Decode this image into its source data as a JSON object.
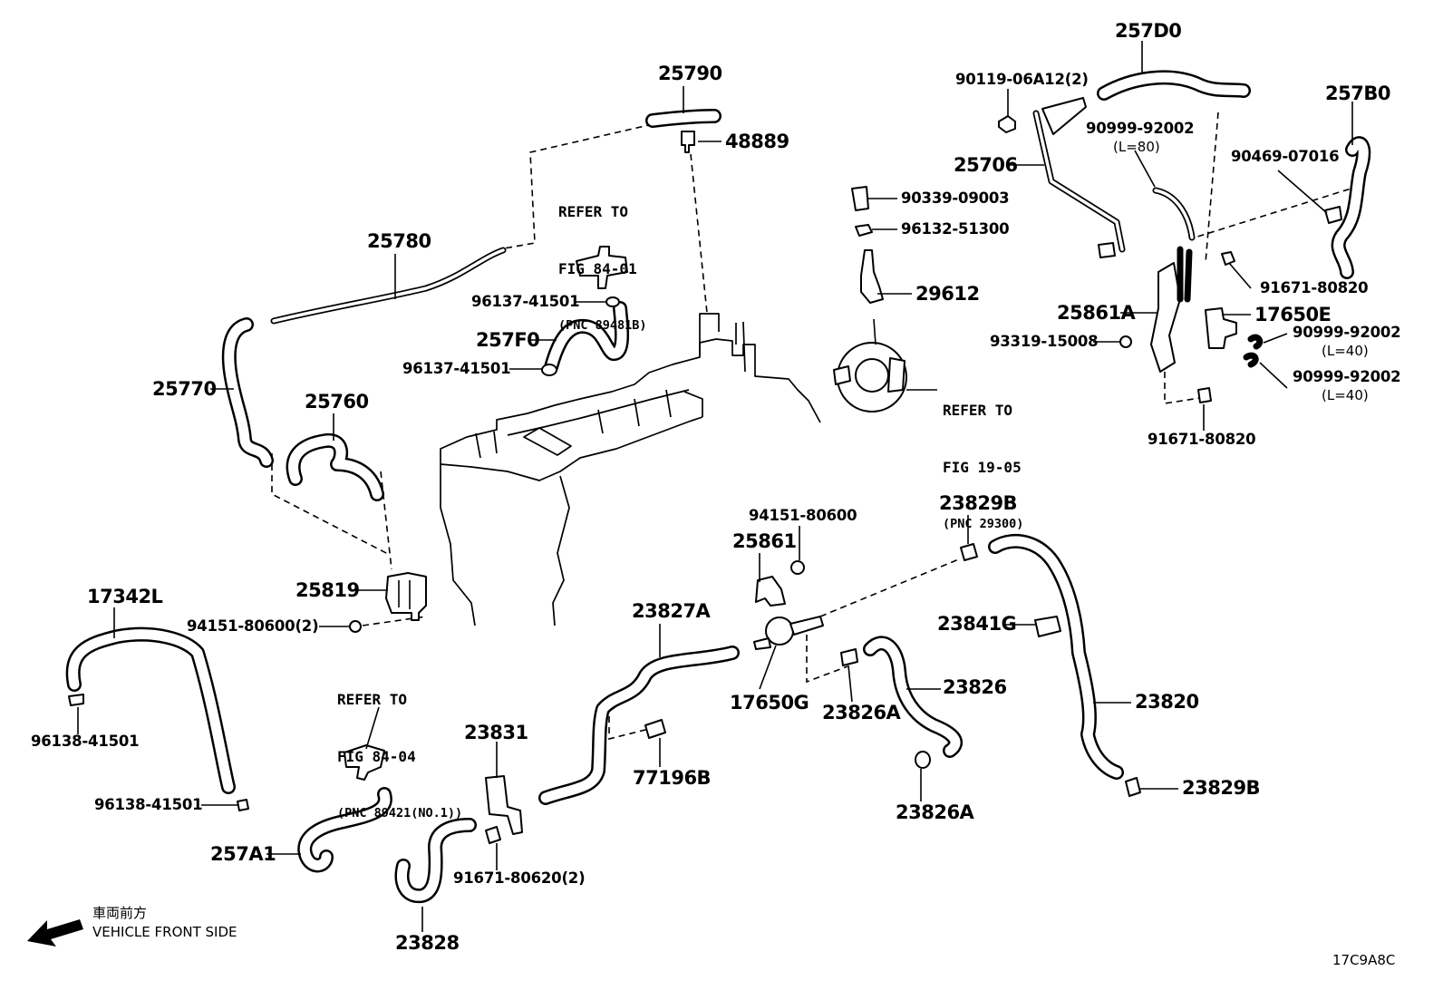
{
  "parts": {
    "p25790": "25790",
    "p48889": "48889",
    "p25780": "25780",
    "p25770": "25770",
    "p25760": "25760",
    "p25819": "25819",
    "p94151_2": "94151-80600(2)",
    "p96137_a": "96137-41501",
    "p257F0": "257F0",
    "p96137_b": "96137-41501",
    "p257D0": "257D0",
    "p90119": "90119-06A12(2)",
    "p25706": "25706",
    "p90339": "90339-09003",
    "p96132": "96132-51300",
    "p29612": "29612",
    "p90999_80a": "90999-92002",
    "p90999_80b": "(L=80)",
    "p257B0": "257B0",
    "p90469": "90469-07016",
    "p91671_a": "91671-80820",
    "p25861A": "25861A",
    "p17650E": "17650E",
    "p93319": "93319-15008",
    "p90999_40a1": "90999-92002",
    "p90999_40a2": "(L=40)",
    "p90999_40b1": "90999-92002",
    "p90999_40b2": "(L=40)",
    "p91671_b": "91671-80820",
    "p17342L": "17342L",
    "p96138_a": "96138-41501",
    "p96138_b": "96138-41501",
    "p257A1": "257A1",
    "p23831": "23831",
    "p91671_620": "91671-80620(2)",
    "p23828": "23828",
    "p23827A": "23827A",
    "p77196B": "77196B",
    "p94151": "94151-80600",
    "p25861": "25861",
    "p17650G": "17650G",
    "p23829B_a": "23829B",
    "p23841G": "23841G",
    "p23826": "23826",
    "p23826A_a": "23826A",
    "p23826A_b": "23826A",
    "p23820": "23820",
    "p23829B_b": "23829B"
  },
  "refs": {
    "r1": {
      "line1": "REFER TO",
      "line2": "FIG 84-01",
      "line3": "(PNC 89481B)"
    },
    "r2": {
      "line1": "REFER TO",
      "line2": "FIG 19-05",
      "line3": "(PNC 29300)"
    },
    "r3": {
      "line1": "REFER TO",
      "line2": "FIG 84-04",
      "line3": "(PNC 89421(NO.1))"
    }
  },
  "direction": {
    "jp": "車両前方",
    "en": "VEHICLE FRONT SIDE"
  },
  "illustration_code": "17C9A8C"
}
